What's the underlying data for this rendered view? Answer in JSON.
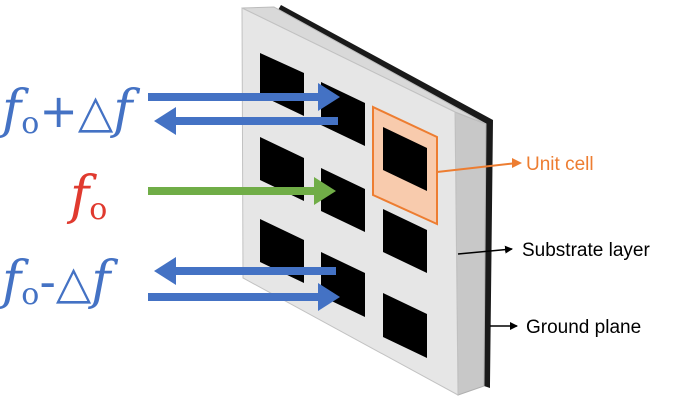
{
  "labels": {
    "freq_plus": {
      "base": "f",
      "sub": "o",
      "op": "+△",
      "tail": "f"
    },
    "freq_center": {
      "base": "f",
      "sub": "o"
    },
    "freq_minus": {
      "base": "f",
      "sub": "o",
      "op": "-△",
      "tail": "f"
    },
    "unit_cell": "Unit cell",
    "substrate_layer": "Substrate layer",
    "ground_plane": "Ground plane"
  },
  "colors": {
    "blue": "#4472c4",
    "red": "#e03a2f",
    "green": "#70ad47",
    "orange": "#ed7d31",
    "unit_cell_fill": "#f8cbad",
    "patch": "#000000",
    "substrate_face": "#e6e6e6",
    "substrate_side": "#c8c8c8",
    "ground": "#1a1a1a"
  }
}
